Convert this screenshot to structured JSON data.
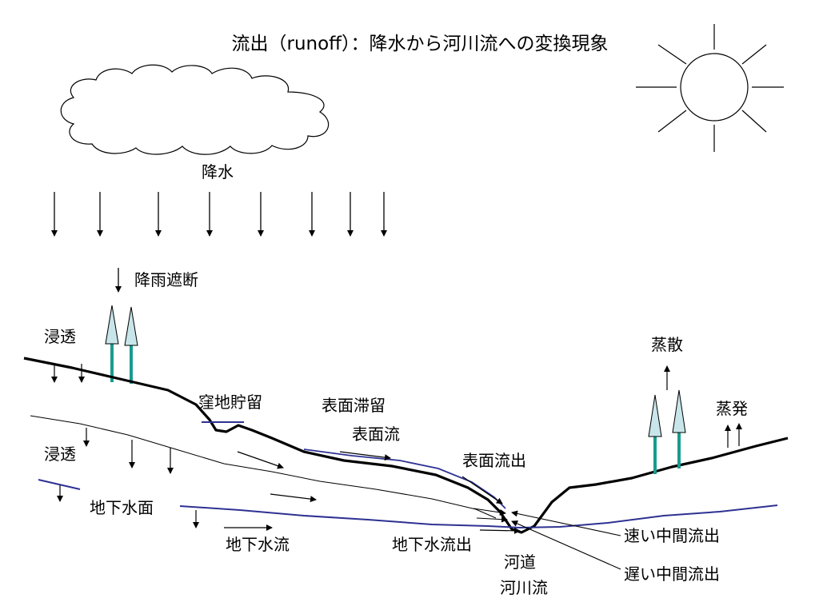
{
  "title": "流出（runoff）：降水から河川流への変換現象",
  "labels": {
    "precipitation": "降水",
    "interception": "降雨遮断",
    "infiltration_top": "浸透",
    "infiltration_mid": "浸透",
    "depression_storage": "窪地貯留",
    "surface_detention": "表面滞留",
    "surface_flow": "表面流",
    "surface_outflow": "表面流出",
    "groundwater_table": "地下水面",
    "groundwater_flow": "地下水流",
    "groundwater_outflow": "地下水流出",
    "channel": "河道",
    "river_flow": "河川流",
    "fast_interflow": "速い中間流出",
    "slow_interflow": "遅い中間流出",
    "transpiration": "蒸散",
    "evaporation": "蒸発"
  },
  "colors": {
    "water": "#2e3192",
    "tree_trunk": "#1a9b8f",
    "tree_crown": "#c8e6ea",
    "ink": "#000000"
  }
}
